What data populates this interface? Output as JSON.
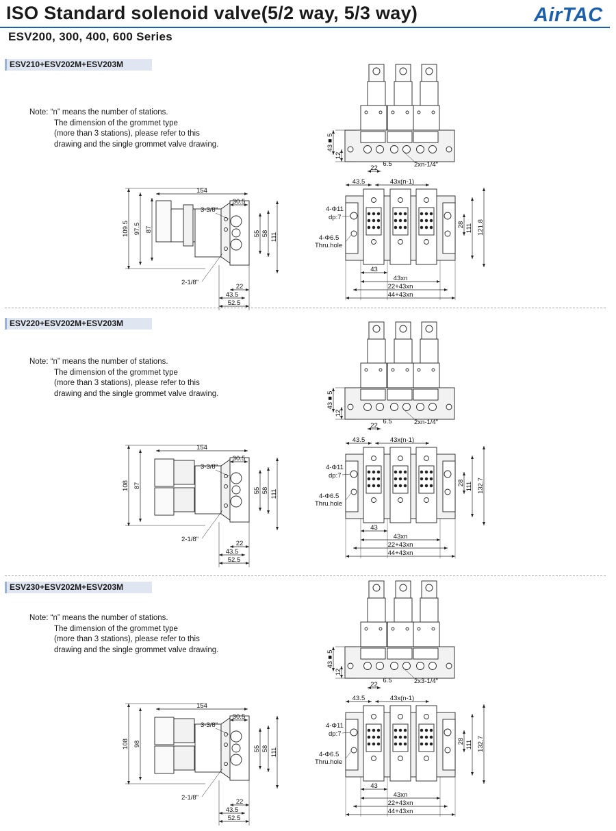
{
  "header": {
    "title": "ISO Standard solenoid valve(5/2 way, 5/3 way)",
    "subtitle": "ESV200, 300, 400, 600 Series",
    "logo": "AirTAC"
  },
  "colors": {
    "accent": "#1d5fa8",
    "label_bg": "#dfe6f2",
    "drawing_line": "#222222",
    "valve_body": "#f2f2f2"
  },
  "sections": [
    {
      "model": "ESV210+ESV202M+ESV203M",
      "note": [
        "Note: “n” means the number of stations.",
        "The dimension of the grommet type",
        "(more than 3 stations), please refer to this",
        "drawing and the single grommet valve drawing."
      ],
      "side_view": {
        "width": "154",
        "width2": "30.5",
        "port_top": "3-3/8\"",
        "port_bottom": "2-1/8\"",
        "h_outer": "109.5",
        "h_mid": "97.5",
        "h_inner": "87",
        "h_r1": "55",
        "h_r2": "58",
        "h_r3": "111",
        "b1": "22",
        "b2": "43.5",
        "b3": "52.5"
      },
      "front_view": {
        "h1": "43",
        "h2": "5",
        "h3": "12",
        "w1": "22",
        "w2": "6.5",
        "ports": "2xn-1/4\""
      },
      "top_view": {
        "pitch_first": "43.5",
        "pitch": "43x(n-1)",
        "hole1": "4-Φ11",
        "hole1_depth": "dp:7",
        "hole2": "4-Φ6.5",
        "hole2_note": "Thru.hole",
        "r1": "28",
        "r2": "111",
        "r3": "121.8",
        "b1": "43",
        "b2": "43xn",
        "b3": "22+43xn",
        "b4": "44+43xn"
      }
    },
    {
      "model": "ESV220+ESV202M+ESV203M",
      "note": [
        "Note: “n” means the number of stations.",
        "The dimension of the grommet type",
        "(more than 3 stations), please refer to this",
        "drawing and the single grommet valve drawing."
      ],
      "side_view": {
        "width": "154",
        "width2": "30.5",
        "port_top": "3-3/8\"",
        "port_bottom": "2-1/8\"",
        "h_outer": "108",
        "h_mid": "87",
        "h_inner": "",
        "h_r1": "55",
        "h_r2": "58",
        "h_r3": "111",
        "b1": "22",
        "b2": "43.5",
        "b3": "52.5"
      },
      "front_view": {
        "h1": "43",
        "h2": "5",
        "h3": "12",
        "w1": "22",
        "w2": "6.5",
        "ports": "2xn-1/4\""
      },
      "top_view": {
        "pitch_first": "43.5",
        "pitch": "43x(n-1)",
        "hole1": "4-Φ11",
        "hole1_depth": "dp:7",
        "hole2": "4-Φ6.5",
        "hole2_note": "Thru.hole",
        "r1": "28",
        "r2": "111",
        "r3": "132.7",
        "b1": "43",
        "b2": "43xn",
        "b3": "22+43xn",
        "b4": "44+43xn"
      }
    },
    {
      "model": "ESV230+ESV202M+ESV203M",
      "note": [
        "Note: “n” means the number of stations.",
        "The dimension of the grommet type",
        "(more than 3 stations), please refer to this",
        "drawing and the single grommet valve drawing."
      ],
      "side_view": {
        "width": "154",
        "width2": "30.5",
        "port_top": "3-3/8\"",
        "port_bottom": "2-1/8\"",
        "h_outer": "108",
        "h_mid": "98",
        "h_inner": "",
        "h_r1": "55",
        "h_r2": "58",
        "h_r3": "111",
        "b1": "22",
        "b2": "43.5",
        "b3": "52.5"
      },
      "front_view": {
        "h1": "43",
        "h2": "5",
        "h3": "12",
        "w1": "22",
        "w2": "6.5",
        "ports": "2x3-1/4\""
      },
      "top_view": {
        "pitch_first": "43.5",
        "pitch": "43x(n-1)",
        "hole1": "4-Φ11",
        "hole1_depth": "dp:7",
        "hole2": "4-Φ6.5",
        "hole2_note": "Thru.hole",
        "r1": "28",
        "r2": "111",
        "r3": "132.7",
        "b1": "43",
        "b2": "43xn",
        "b3": "22+43xn",
        "b4": "44+43xn"
      }
    }
  ]
}
